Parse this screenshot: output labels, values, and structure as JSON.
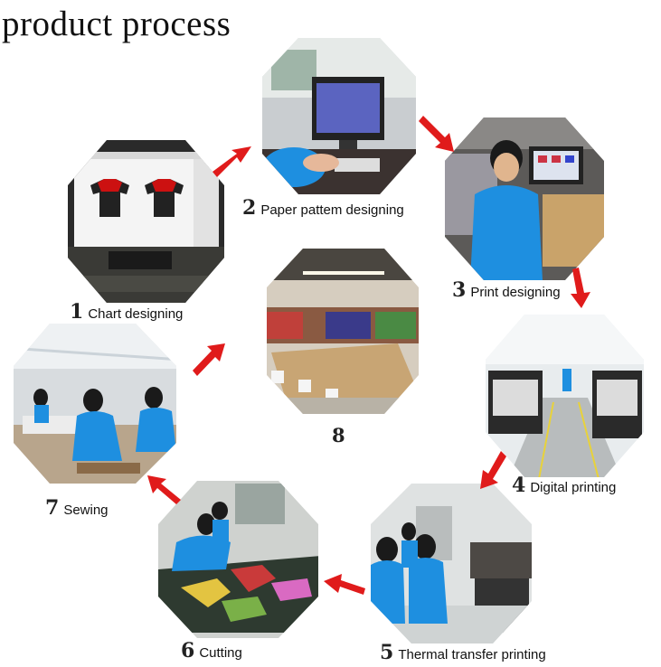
{
  "title": "product process",
  "steps": [
    {
      "num": "1",
      "label": "Chart designing"
    },
    {
      "num": "2",
      "label": "Paper pattem designing"
    },
    {
      "num": "3",
      "label": "Print designing"
    },
    {
      "num": "4",
      "label": "Digital printing"
    },
    {
      "num": "5",
      "label": "Thermal transfer printing"
    },
    {
      "num": "6",
      "label": "Cutting"
    },
    {
      "num": "7",
      "label": "Sewing"
    },
    {
      "num": "8",
      "label": ""
    }
  ],
  "colors": {
    "arrow": "#e01b1b",
    "shirt": "#1e8fe0"
  }
}
